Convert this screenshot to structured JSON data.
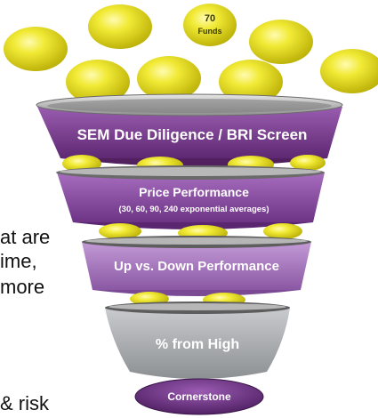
{
  "badge": {
    "value": "70",
    "unit": "Funds"
  },
  "stages": [
    {
      "title": "SEM Due Diligence / BRI Screen",
      "subtitle": ""
    },
    {
      "title": "Price Performance",
      "subtitle": "(30, 60, 90, 240 exponential averages)"
    },
    {
      "title": "Up vs. Down Performance",
      "subtitle": ""
    },
    {
      "title": "% from High",
      "subtitle": ""
    }
  ],
  "bottom": {
    "label": "Cornerstone"
  },
  "side_text": [
    "at are",
    "ime,",
    "more",
    "& risk"
  ],
  "colors": {
    "purple": "#7b3f8f",
    "lavender": "#9b6fb0",
    "gray": "#a9abae",
    "coin": "#e8e022"
  }
}
